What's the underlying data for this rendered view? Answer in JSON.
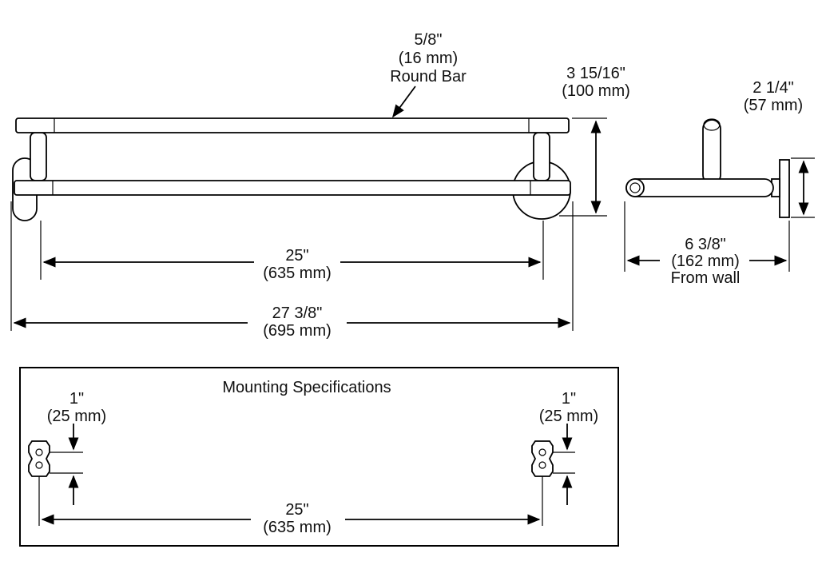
{
  "colors": {
    "line": "#000000",
    "background": "#ffffff"
  },
  "labels": {
    "round_bar_frac": "5/8\"",
    "round_bar_mm": "(16 mm)",
    "round_bar_text": "Round Bar",
    "height_frac": "3 15/16\"",
    "height_mm": "(100 mm)",
    "depth_frac": "2 1/4\"",
    "depth_mm": "(57 mm)",
    "center_in": "25\"",
    "center_mm": "(635 mm)",
    "overall_in": "27 3/8\"",
    "overall_mm": "(695 mm)",
    "projection_in": "6 3/8\"",
    "projection_mm": "(162 mm)",
    "projection_text": "From wall"
  },
  "mounting": {
    "title": "Mounting Specifications",
    "left_in": "1\"",
    "left_mm": "(25 mm)",
    "right_in": "1\"",
    "right_mm": "(25 mm)",
    "center_in": "25\"",
    "center_mm": "(635 mm)"
  }
}
